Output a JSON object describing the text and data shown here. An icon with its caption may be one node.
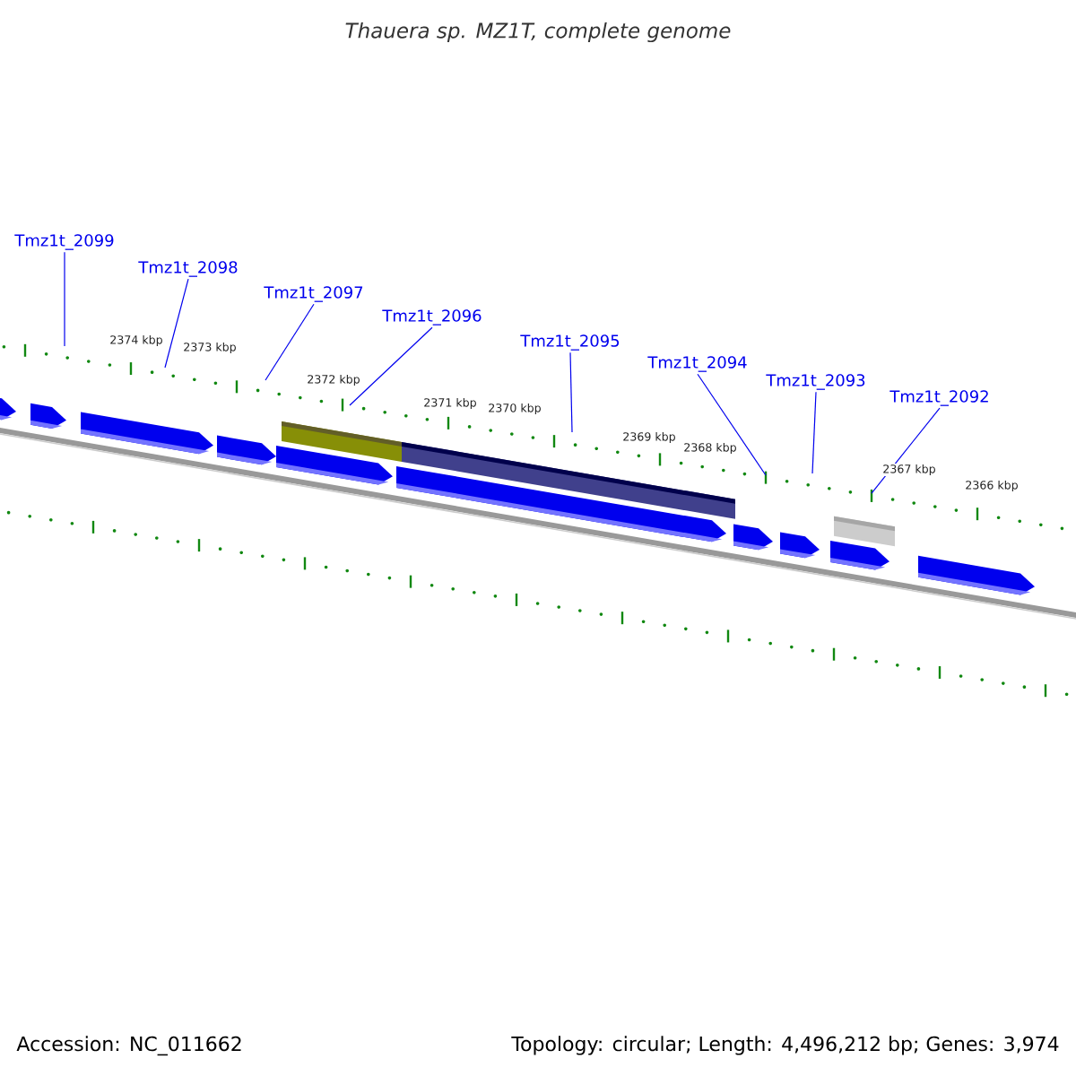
{
  "diagram": {
    "title": "Thauera sp. MZ1T, complete genome",
    "nodes": [
      {
        "text": [
          "Tmz1t_2099"
        ]
      },
      {
        "text": [
          "Tmz1t_2098"
        ]
      },
      {
        "text": [
          "Tmz1t_2097"
        ]
      },
      {
        "text": [
          "Tmz1t_2096"
        ]
      },
      {
        "text": [
          "Tmz1t_2095"
        ]
      },
      {
        "text": [
          "Tmz1t_2094"
        ]
      },
      {
        "text": [
          "Tmz1t_2093"
        ]
      },
      {
        "text": [
          "Tmz1t_2092"
        ]
      }
    ],
    "edges": [
      {
        "from": 0,
        "to": null,
        "arrow": "none"
      },
      {
        "from": 1,
        "to": null,
        "arrow": "none"
      },
      {
        "from": 2,
        "to": null,
        "arrow": "none"
      },
      {
        "from": 3,
        "to": null,
        "arrow": "none"
      },
      {
        "from": 4,
        "to": null,
        "arrow": "none"
      },
      {
        "from": 5,
        "to": null,
        "arrow": "none"
      },
      {
        "from": 6,
        "to": null,
        "arrow": "none"
      },
      {
        "from": 7,
        "to": null,
        "arrow": "none"
      }
    ],
    "labels": [
      "2374 kbp",
      "2373 kbp",
      "2372 kbp",
      "2371 kbp",
      "2370 kbp",
      "2369 kbp",
      "2368 kbp",
      "2367 kbp",
      "2366 kbp",
      "Accession: NC_011662",
      "Topology: circular; Length: 4,496,212 bp; Genes: 3,974"
    ]
  }
}
